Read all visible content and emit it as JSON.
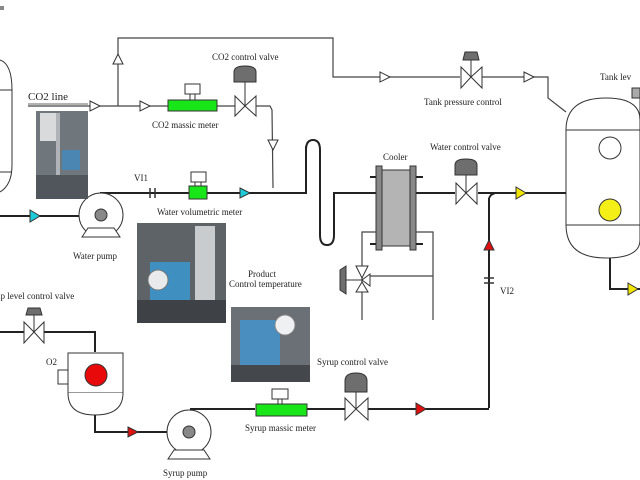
{
  "diagram": {
    "type": "process-flow",
    "corner_mark": "",
    "labels": {
      "co2_line": "CO2 line",
      "co2_control_valve": "CO2 control valve",
      "co2_mass_meter": "CO2 massic meter",
      "tank_pressure_control": "Tank pressure control",
      "tank_level": "Tank lev",
      "cooler": "Cooler",
      "water_control_valve": "Water control valve",
      "vi1": "VI1",
      "vi2": "VI2",
      "water_volumetric_meter": "Water volumetric meter",
      "water_pump": "Water pump",
      "product_control_temperature_1": "Product",
      "product_control_temperature_2": "Control temperature",
      "syrup_level_control_valve": "up level control valve",
      "o2": "O2",
      "syrup_control_valve": "Syrup control valve",
      "syrup_mass_meter": "Syrup massic meter",
      "syrup_pump": "Syrup pump"
    },
    "colors": {
      "co2_meter": "#19e619",
      "water_meter": "#19e619",
      "syrup_meter": "#19e619",
      "water_flow_arrow": "#1ecbd8",
      "product_flow_arrow": "#f2e600",
      "syrup_flow_arrow": "#e01010",
      "tank_indicator_low": "#f5ef18",
      "syrup_tank_indicator": "#e80a0a",
      "cooler_body": "#b4b4b4",
      "valve_actuator": "#6e6e6e"
    }
  }
}
